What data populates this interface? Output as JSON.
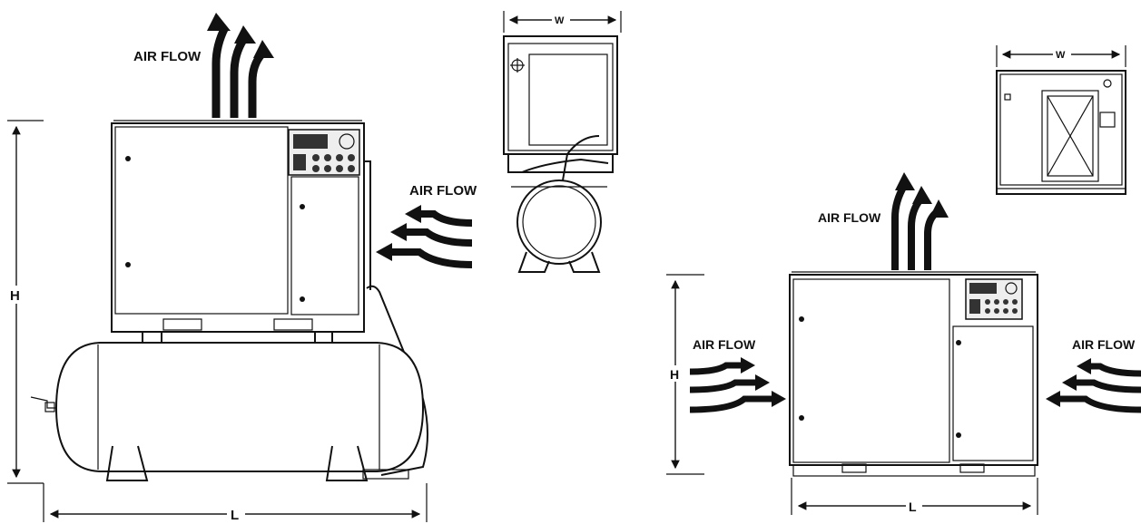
{
  "labels": {
    "air_flow": "AIR FLOW",
    "height": "H",
    "length": "L",
    "width": "W"
  },
  "colors": {
    "line": "#111111",
    "background": "#ffffff"
  }
}
